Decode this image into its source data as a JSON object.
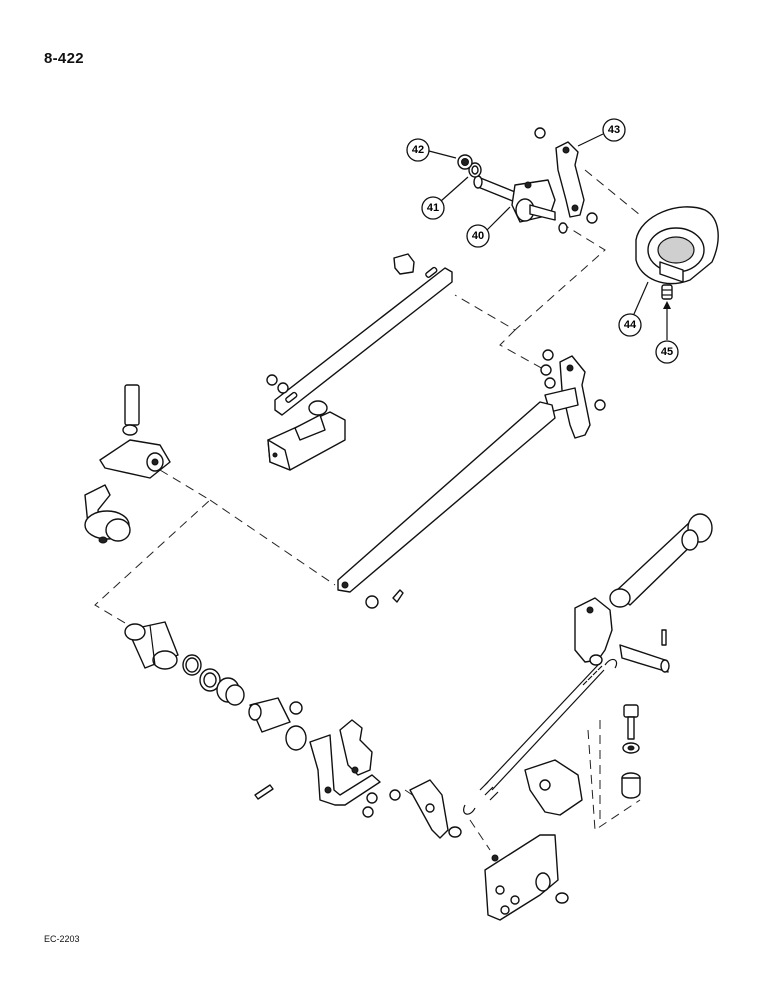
{
  "page": {
    "page_number": "8-422",
    "figure_code": "EC-2203"
  },
  "callouts": [
    {
      "label": "40"
    },
    {
      "label": "41"
    },
    {
      "label": "42"
    },
    {
      "label": "43"
    },
    {
      "label": "44"
    },
    {
      "label": "45"
    }
  ]
}
